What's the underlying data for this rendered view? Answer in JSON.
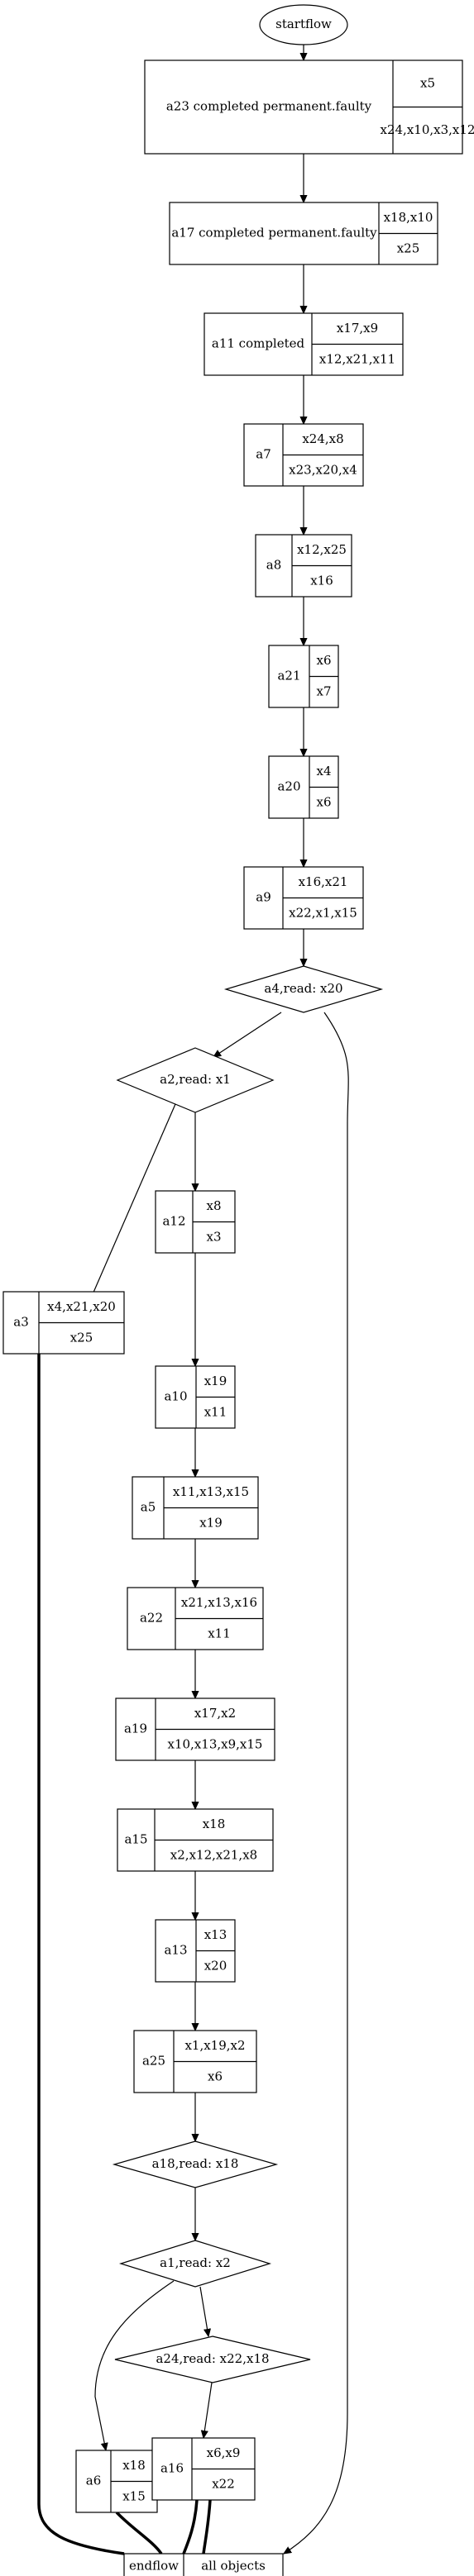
{
  "start": {
    "label": "startflow"
  },
  "records": [
    {
      "id": "a23",
      "name": "a23 completed permanent.faulty",
      "top": "x5",
      "bottom": "x24,x10,x3,x12"
    },
    {
      "id": "a17",
      "name": "a17 completed permanent.faulty",
      "top": "x18,x10",
      "bottom": "x25"
    },
    {
      "id": "a11",
      "name": "a11 completed",
      "top": "x17,x9",
      "bottom": "x12,x21,x11"
    },
    {
      "id": "a7",
      "name": "a7",
      "top": "x24,x8",
      "bottom": "x23,x20,x4"
    },
    {
      "id": "a8",
      "name": "a8",
      "top": "x12,x25",
      "bottom": "x16"
    },
    {
      "id": "a21",
      "name": "a21",
      "top": "x6",
      "bottom": "x7"
    },
    {
      "id": "a20",
      "name": "a20",
      "top": "x4",
      "bottom": "x6"
    },
    {
      "id": "a9",
      "name": "a9",
      "top": "x16,x21",
      "bottom": "x22,x1,x15"
    },
    {
      "id": "a12",
      "name": "a12",
      "top": "x8",
      "bottom": "x3"
    },
    {
      "id": "a3",
      "name": "a3",
      "top": "x4,x21,x20",
      "bottom": "x25"
    },
    {
      "id": "a10",
      "name": "a10",
      "top": "x19",
      "bottom": "x11"
    },
    {
      "id": "a5",
      "name": "a5",
      "top": "x11,x13,x15",
      "bottom": "x19"
    },
    {
      "id": "a22",
      "name": "a22",
      "top": "x21,x13,x16",
      "bottom": "x11"
    },
    {
      "id": "a19",
      "name": "a19",
      "top": "x17,x2",
      "bottom": "x10,x13,x9,x15"
    },
    {
      "id": "a15",
      "name": "a15",
      "top": "x18",
      "bottom": "x2,x12,x21,x8"
    },
    {
      "id": "a13",
      "name": "a13",
      "top": "x13",
      "bottom": "x20"
    },
    {
      "id": "a25",
      "name": "a25",
      "top": "x1,x19,x2",
      "bottom": "x6"
    },
    {
      "id": "a6",
      "name": "a6",
      "top": "x18",
      "bottom": "x15"
    },
    {
      "id": "a16",
      "name": "a16",
      "top": "x6,x9",
      "bottom": "x22"
    }
  ],
  "decisions": [
    {
      "id": "a4",
      "label": "a4,read: x20"
    },
    {
      "id": "a2",
      "label": "a2,read: x1"
    },
    {
      "id": "a18",
      "label": "a18,read: x18"
    },
    {
      "id": "a1",
      "label": "a1,read: x2"
    },
    {
      "id": "a24",
      "label": "a24,read: x22,x18"
    }
  ],
  "end": {
    "left": "endflow",
    "right": "all objects"
  }
}
